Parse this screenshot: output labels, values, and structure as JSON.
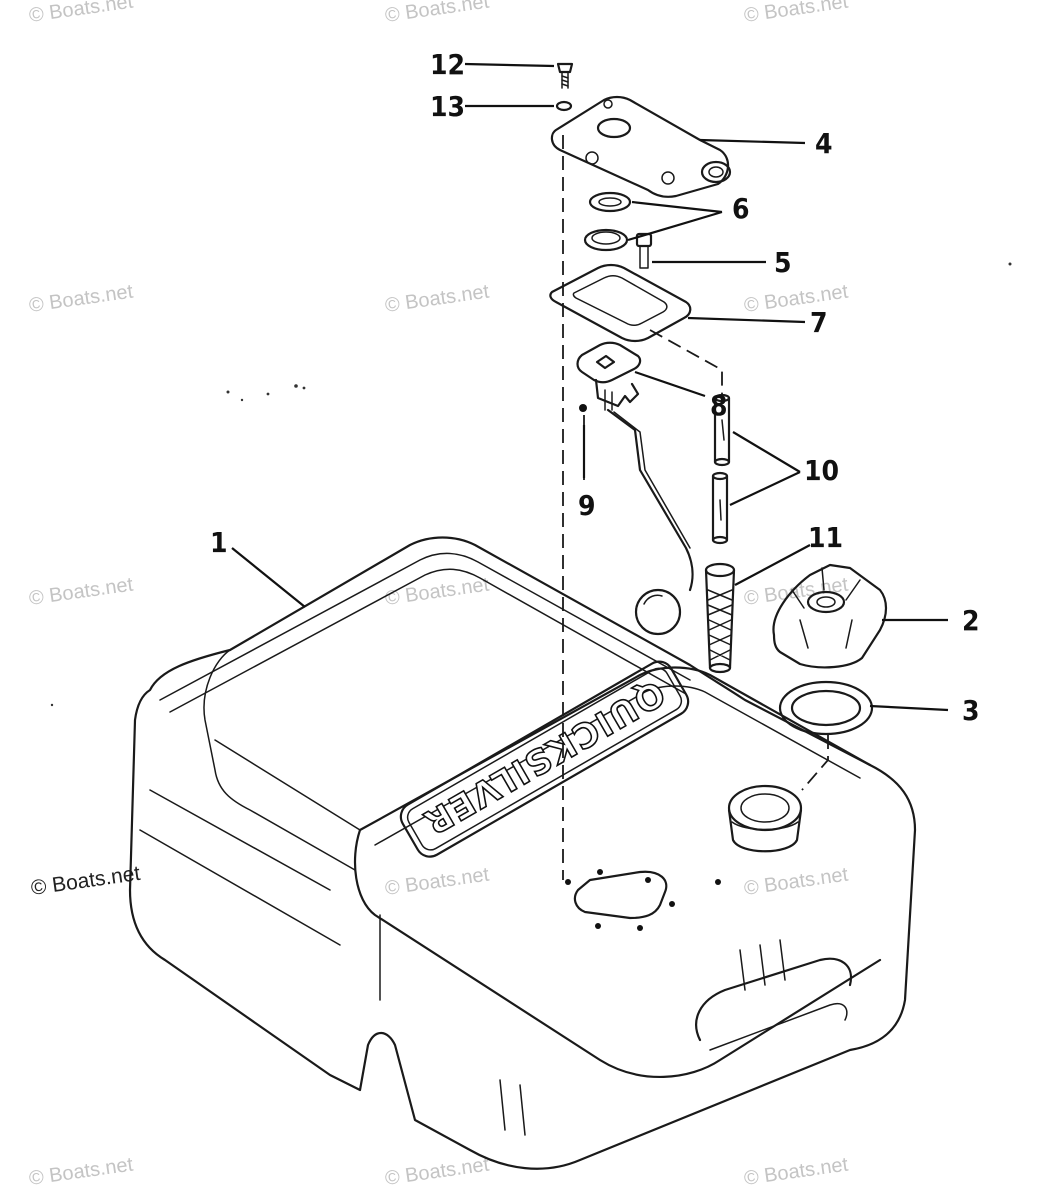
{
  "watermark": "© Boats.net",
  "brand_label": "QUICKSILVER",
  "callouts": {
    "c1": "1",
    "c2": "2",
    "c3": "3",
    "c4": "4",
    "c5": "5",
    "c6": "6",
    "c7": "7",
    "c8": "8",
    "c9": "9",
    "c10": "10",
    "c11": "11",
    "c12": "12",
    "c13": "13"
  },
  "colors": {
    "ink": "#111111",
    "watermark": "#c4c4c4",
    "paper": "#ffffff"
  }
}
